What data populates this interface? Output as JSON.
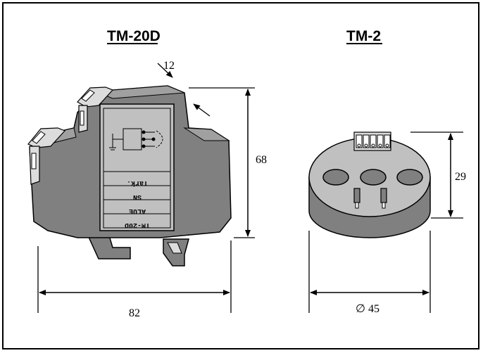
{
  "titles": {
    "left": "TM-20D",
    "right": "TM-2"
  },
  "dimensions": {
    "tm20d_depth": "12",
    "tm20d_height": "68",
    "tm20d_width": "82",
    "tm2_height": "29",
    "tm2_diameter": "∅ 45"
  },
  "device_labels": {
    "row1": "Tark.",
    "row2": "SN",
    "row3": "ALUE",
    "row4": "TM-20D"
  },
  "colors": {
    "body_gray": "#808080",
    "panel_gray": "#c0c0c0",
    "light_gray": "#dcdcdc",
    "outline": "#000000"
  }
}
